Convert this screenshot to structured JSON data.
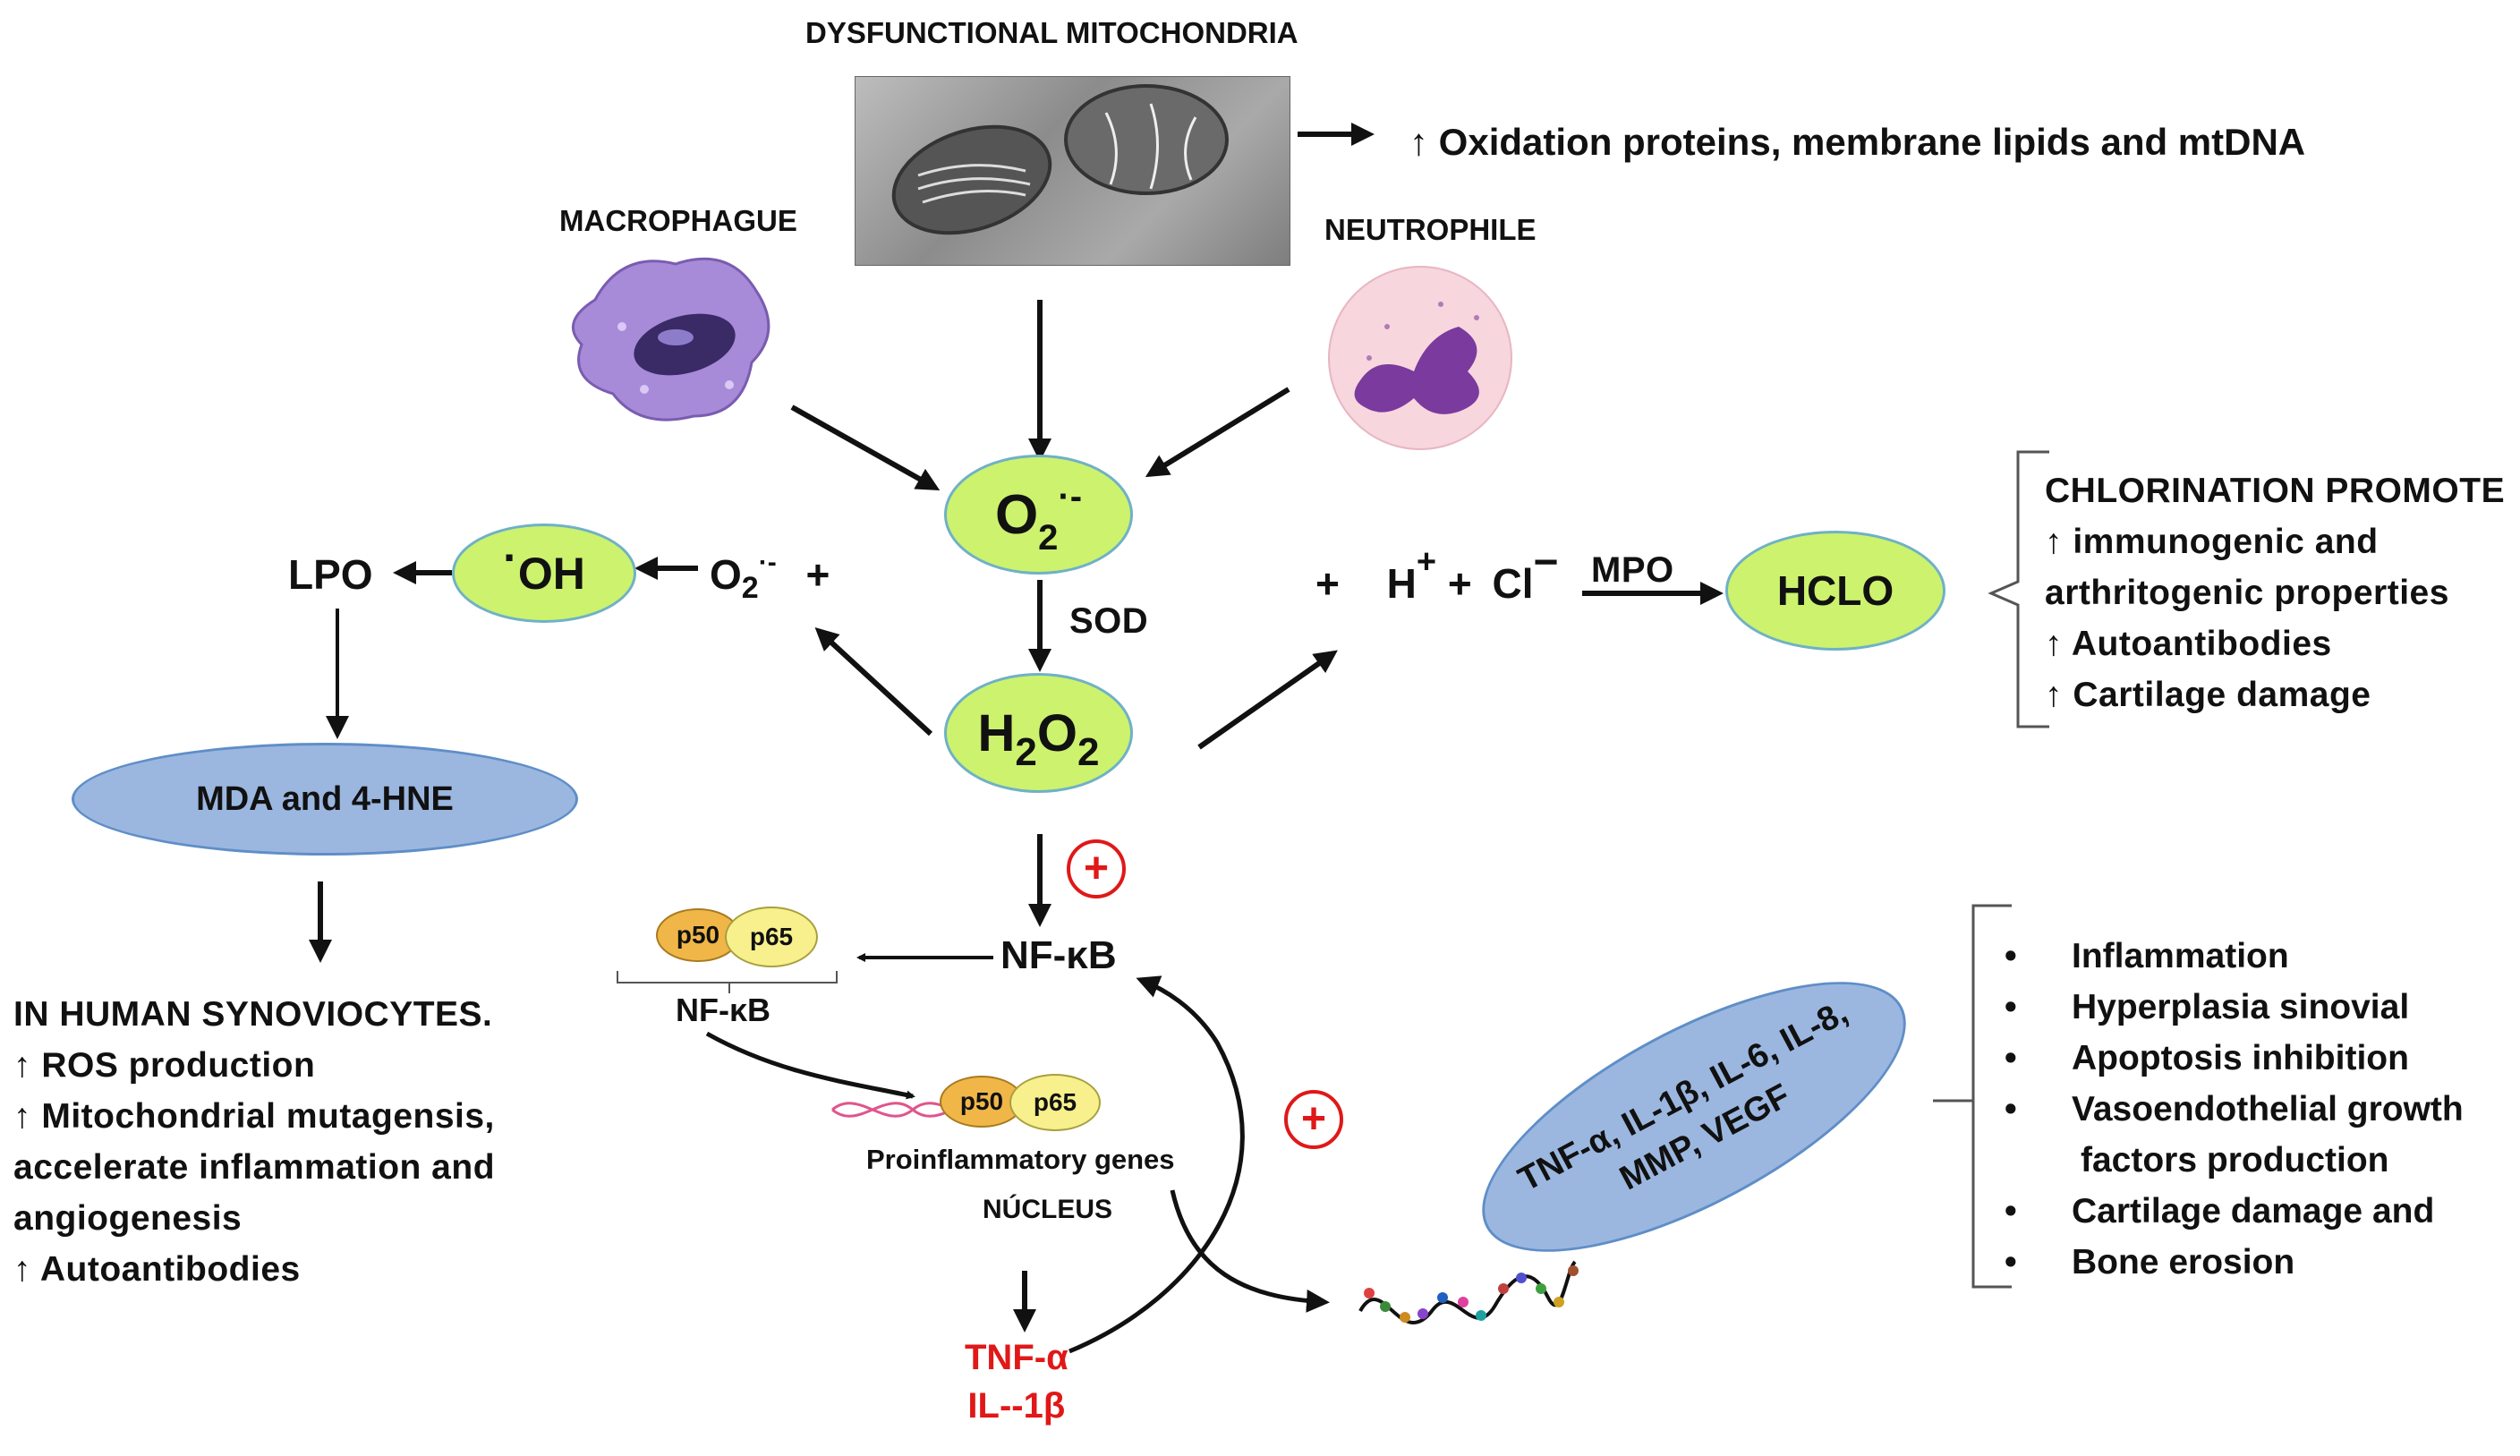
{
  "title": "DYSFUNCTIONAL MITOCHONDRIA",
  "mito_effect": "↑ Oxidation proteins, membrane lipids and mtDNA",
  "macrophage_label": "MACROPHAGUE",
  "neutrophil_label": "NEUTROPHILE",
  "superoxide": {
    "base": "O",
    "sub": "2",
    "sup": "·-"
  },
  "sod_label": "SOD",
  "h2o2": {
    "a": "H",
    "s1": "2",
    "b": "O",
    "s2": "2"
  },
  "hydroxyl": {
    "dot": "·",
    "text": "OH"
  },
  "left_reaction": {
    "o": "O",
    "sub": "2",
    "sup": "·-",
    "plus": "+"
  },
  "lpo_label": "LPO",
  "mda_label": "MDA and 4-HNE",
  "synoviocytes": {
    "heading": "IN HUMAN SYNOVIOCYTES.",
    "lines": [
      "↑ ROS production",
      "↑ Mitochondrial mutagensis,",
      "accelerate inflammation and",
      "angiogenesis",
      "↑ Autoantibodies"
    ]
  },
  "right_reaction": {
    "plus1": "+",
    "h": "H",
    "hsup": "+",
    "plus2": "+",
    "cl": "Cl",
    "clsup": "−"
  },
  "mpo_label": "MPO",
  "hclo_label": "HCLO",
  "chlorination": {
    "heading": "CHLORINATION PROMOTE",
    "lines": [
      "↑ immunogenic and",
      "arthritogenic properties",
      "↑ Autoantibodies",
      "↑ Cartilage damage"
    ]
  },
  "plus_sign": "+",
  "nfkb_label": "NF-κB",
  "complex": {
    "p50": "p50",
    "p65": "p65",
    "label": "NF-κB"
  },
  "nucleus": {
    "genes": "Proinflammatory genes",
    "label": "NÚCLEUS",
    "p50": "p50",
    "p65": "p65"
  },
  "cytokines_out": [
    "TNF-α",
    "IL--1β"
  ],
  "cytokine_ellipse": [
    "TNF-α, IL-1β, IL-6, IL-8,",
    "MMP, VEGF"
  ],
  "effects": [
    "Inflammation",
    "Hyperplasia sinovial",
    "Apoptosis inhibition",
    "Vasoendothelial growth",
    "factors production",
    "Cartilage damage and",
    "Bone erosion"
  ],
  "effects_bullets": [
    true,
    true,
    true,
    true,
    false,
    true,
    true
  ],
  "colors": {
    "green_ellipse": "#ccf26e",
    "blue_ellipse": "#9bb7e0",
    "nucleus": "#fdf7c4",
    "red_text": "#e01818",
    "p50": "#f0b648",
    "p65": "#f7f08c"
  }
}
